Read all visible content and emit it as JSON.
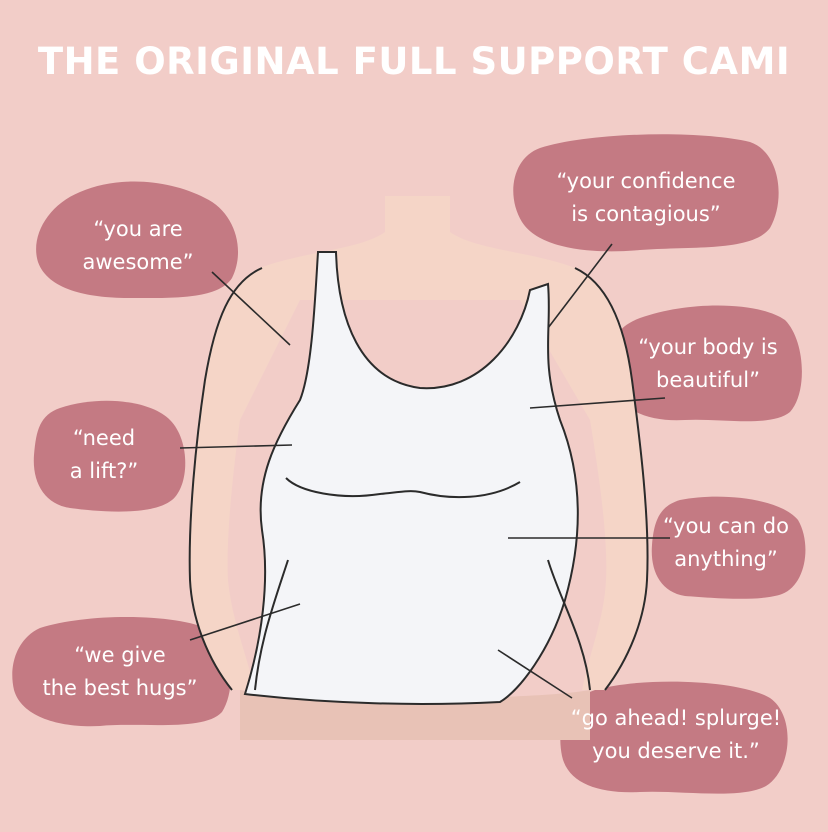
{
  "title": "THE ORIGINAL FULL SUPPORT CAMI",
  "colors": {
    "background": "#f2cdc8",
    "bubble": "#c47a83",
    "skin": "#f5d5c7",
    "cami": "#f4f5f8",
    "outline": "#2b2b2b",
    "text": "#ffffff"
  },
  "bubbles": [
    {
      "id": "awesome",
      "lines": [
        "“you are",
        "awesome”"
      ]
    },
    {
      "id": "confidence",
      "lines": [
        "“your confidence",
        "is contagious”"
      ]
    },
    {
      "id": "body",
      "lines": [
        "“your body is",
        "beautiful”"
      ]
    },
    {
      "id": "lift",
      "lines": [
        "“need",
        "a lift?”"
      ]
    },
    {
      "id": "anything",
      "lines": [
        "“you can do",
        "anything”"
      ]
    },
    {
      "id": "hugs",
      "lines": [
        "“we give",
        "the best hugs”"
      ]
    },
    {
      "id": "splurge",
      "lines": [
        "“go ahead! splurge!",
        "you deserve it.”"
      ]
    }
  ]
}
